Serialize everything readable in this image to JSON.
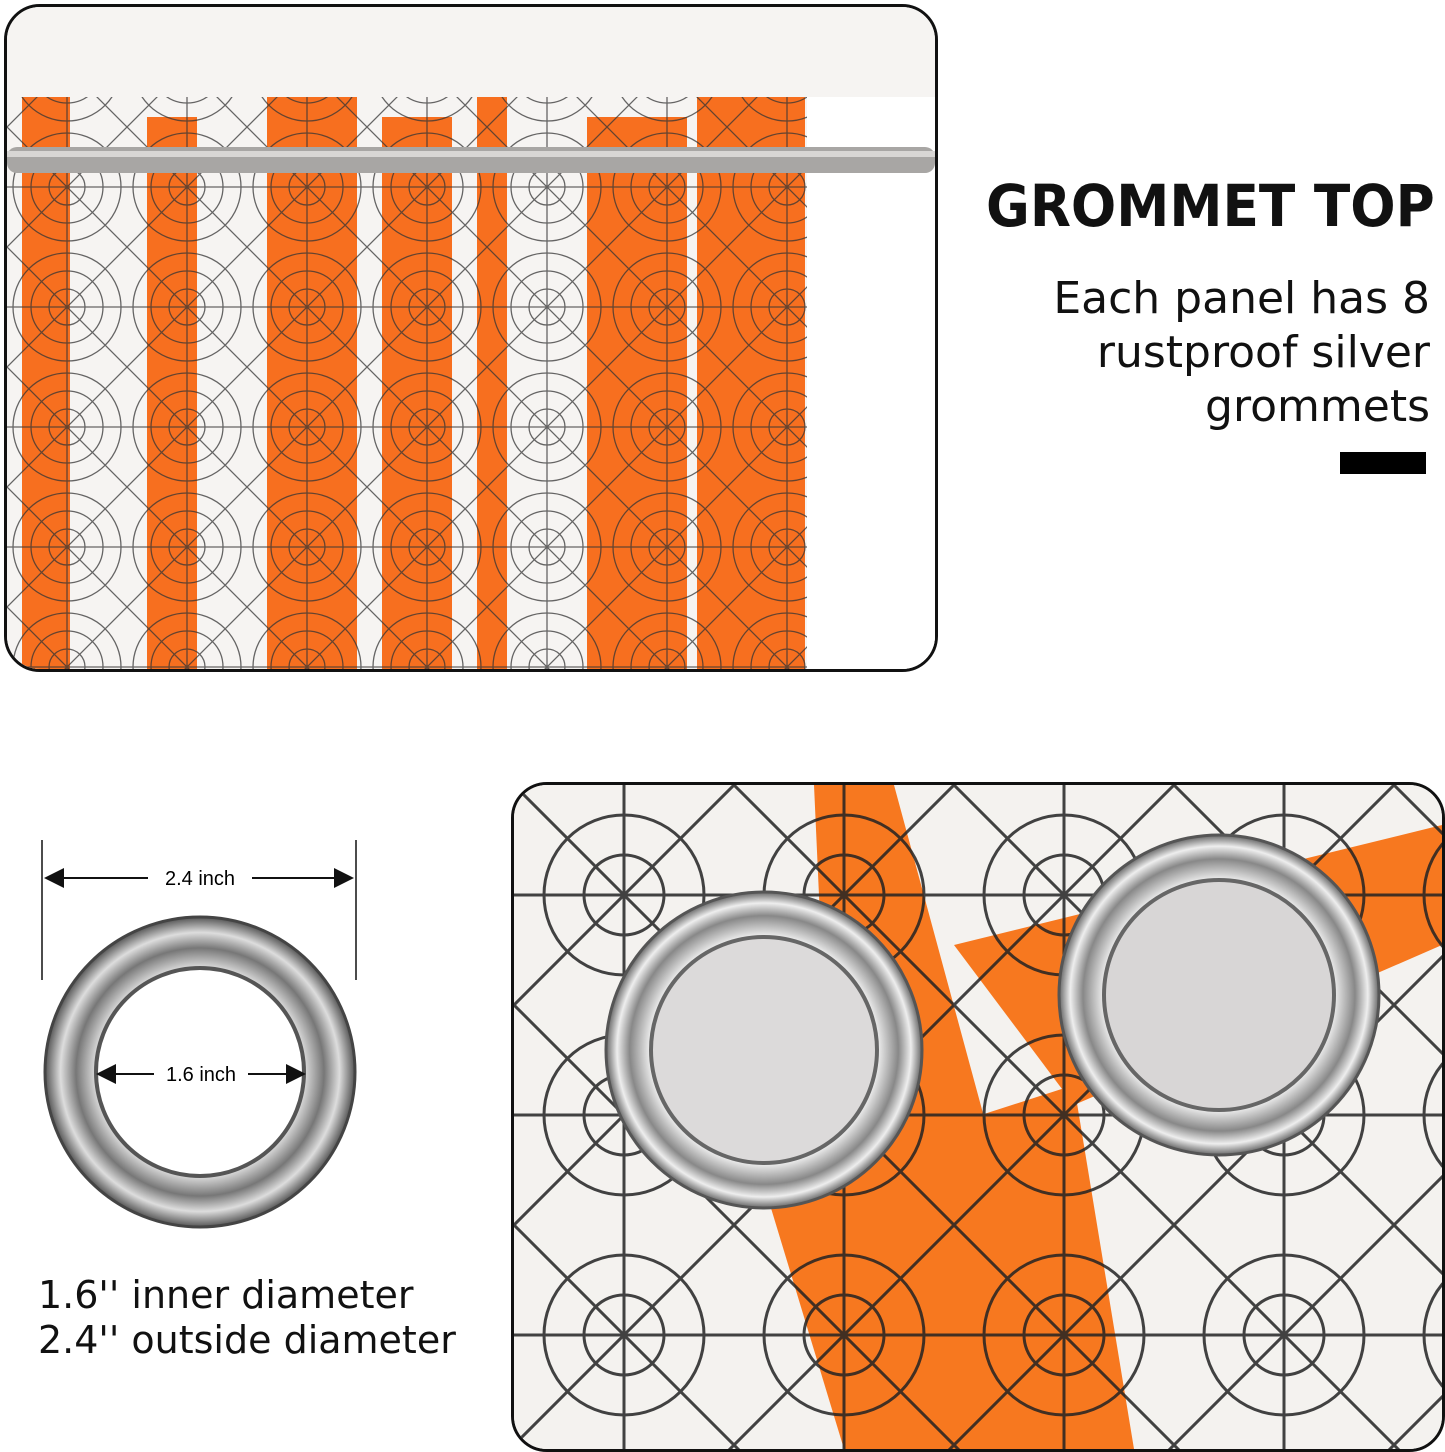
{
  "heading": "GROMMET TOP",
  "description": [
    "Each panel has 8",
    "rustproof silver",
    "grommets"
  ],
  "diagram": {
    "outer_label": "2.4 inch",
    "inner_label": "1.6 inch"
  },
  "specs": [
    "1.6'' inner diameter",
    "2.4'' outside diameter"
  ],
  "colors": {
    "orange": "#f76f1f",
    "white": "#f6f4f2",
    "web": "#333333",
    "silver": "#b8b8bc"
  }
}
